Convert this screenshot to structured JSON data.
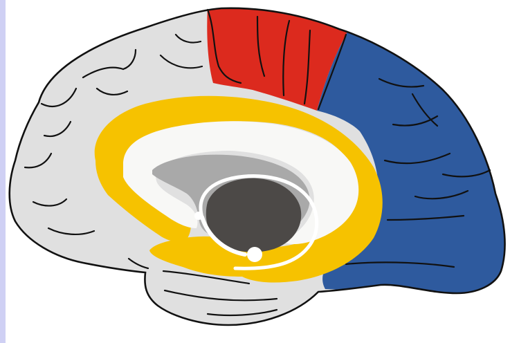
{
  "diagram": {
    "subject": "brain-medial-view",
    "colors": {
      "background": "#ffffff",
      "side_strip": "#cfd0f4",
      "cortex": "#e0e0e0",
      "outline": "#111111",
      "frontal_region": "#dc2a1e",
      "parietal_occipital_region": "#2e5a9e",
      "cingulate_gyrus": "#f6c200",
      "corpus_callosum": "#f8f8f6",
      "ventricle": "#a9a9a9",
      "thalamus": "#4c4947",
      "fornix": "#ffffff"
    },
    "regions": [
      "cortex",
      "red-region",
      "blue-region",
      "cingulate-gyrus",
      "corpus-callosum",
      "lateral-ventricle",
      "thalamus",
      "fornix"
    ]
  }
}
